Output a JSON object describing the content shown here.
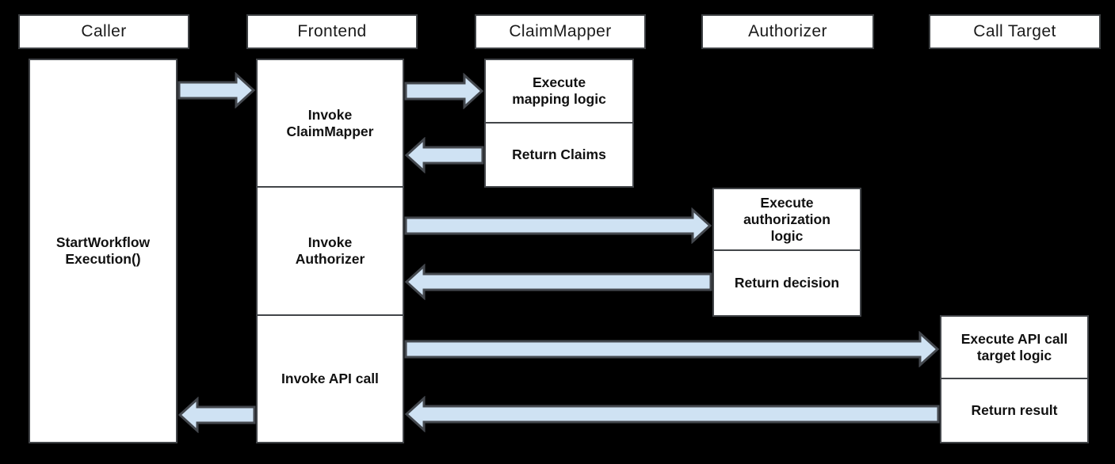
{
  "colors": {
    "background": "#000000",
    "box_fill": "#ffffff",
    "header_border": "#3d4043",
    "box_border": "#424549",
    "arrow_fill": "#cfe2f3",
    "arrow_stroke": "#44484e",
    "text": "#1a1a1a"
  },
  "diagram_type": "sequence-diagram",
  "actors": [
    {
      "id": "caller",
      "label": "Caller"
    },
    {
      "id": "frontend",
      "label": "Frontend"
    },
    {
      "id": "claimmapper",
      "label": "ClaimMapper"
    },
    {
      "id": "authorizer",
      "label": "Authorizer"
    },
    {
      "id": "call-target",
      "label": "Call Target"
    }
  ],
  "boxes": [
    {
      "id": "start-workflow-execution",
      "actor": "Caller",
      "label": "StartWorkflow\nExecution()"
    },
    {
      "id": "invoke-claimmapper",
      "actor": "Frontend",
      "label": "Invoke\nClaimMapper"
    },
    {
      "id": "invoke-authorizer",
      "actor": "Frontend",
      "label": "Invoke\nAuthorizer"
    },
    {
      "id": "invoke-api-call",
      "actor": "Frontend",
      "label": "Invoke API call"
    },
    {
      "id": "execute-mapping-logic",
      "actor": "ClaimMapper",
      "label": "Execute\nmapping logic"
    },
    {
      "id": "return-claims",
      "actor": "ClaimMapper",
      "label": "Return Claims"
    },
    {
      "id": "execute-authorization-logic",
      "actor": "Authorizer",
      "label": "Execute\nauthorization\nlogic"
    },
    {
      "id": "return-decision",
      "actor": "Authorizer",
      "label": "Return decision"
    },
    {
      "id": "execute-api-call-target-logic",
      "actor": "Call Target",
      "label": "Execute API call\ntarget logic"
    },
    {
      "id": "return-result",
      "actor": "Call Target",
      "label": "Return result"
    }
  ],
  "arrows": [
    {
      "from": "Caller",
      "to": "Frontend",
      "direction": "right"
    },
    {
      "from": "Frontend",
      "to": "ClaimMapper",
      "direction": "right"
    },
    {
      "from": "ClaimMapper",
      "to": "Frontend",
      "direction": "left"
    },
    {
      "from": "Frontend",
      "to": "Authorizer",
      "direction": "right"
    },
    {
      "from": "Authorizer",
      "to": "Frontend",
      "direction": "left"
    },
    {
      "from": "Frontend",
      "to": "Call Target",
      "direction": "right"
    },
    {
      "from": "Call Target",
      "to": "Frontend",
      "direction": "left"
    },
    {
      "from": "Frontend",
      "to": "Caller",
      "direction": "left"
    }
  ]
}
